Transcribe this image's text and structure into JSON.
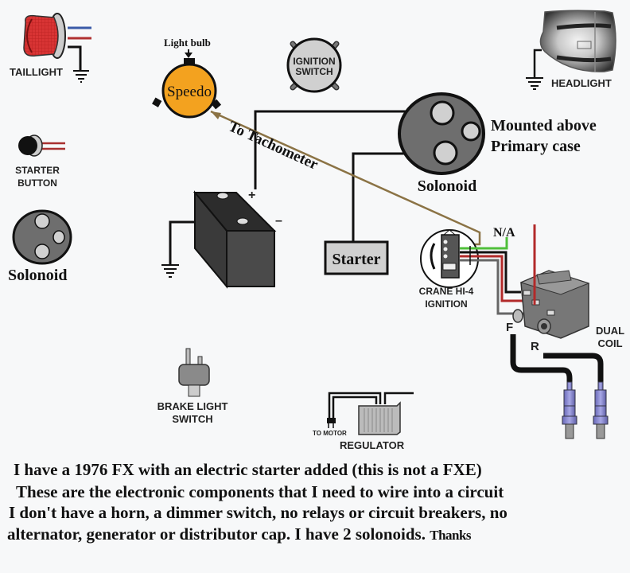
{
  "components": {
    "taillight": {
      "label": "TAILLIGHT",
      "wire_colors": [
        "#3a5aa8",
        "#b03030"
      ]
    },
    "speedo": {
      "label": "Speedo",
      "annotation": "Light bulb",
      "color": "#f3a21f"
    },
    "ignition_switch": {
      "line1": "IGNITION",
      "line2": "SWITCH"
    },
    "headlight": {
      "label": "HEADLIGHT"
    },
    "starter_button": {
      "line1": "STARTER",
      "line2": "BUTTON"
    },
    "solenoid_left": {
      "label": "Solonoid"
    },
    "solenoid_main": {
      "label": "Solonoid",
      "note_line1": "Mounted above",
      "note_line2": "Primary case"
    },
    "tach_wire": {
      "label": "To Tachometer",
      "color": "#8b7345"
    },
    "battery": {
      "plus": "+",
      "minus": "–"
    },
    "starter": {
      "label": "Starter"
    },
    "crane_ignition": {
      "line1": "CRANE HI-4",
      "line2": "IGNITION",
      "na_label": "N/A"
    },
    "dual_coil": {
      "line1": "DUAL",
      "line2": "COIL",
      "front_label": "F",
      "rear_label": "R"
    },
    "brake_light_switch": {
      "line1": "BRAKE LIGHT",
      "line2": "SWITCH"
    },
    "regulator": {
      "label": "REGULATOR",
      "sub_label": "TO MOTOR"
    }
  },
  "wire_colors": {
    "black": "#111111",
    "red": "#b22a2a",
    "green": "#4fbf3a",
    "gray": "#666666",
    "tan": "#8b7345"
  },
  "caption": {
    "lines": [
      "I have a 1976 FX with an electric starter added (this is not a FXE)",
      "These are the electronic components that I need to wire into a circuit",
      "I don't have a horn, a dimmer switch, no relays or circuit breakers, no",
      "alternator, generator or distributor cap.  I have 2 solonoids."
    ],
    "thanks": "Thanks"
  }
}
